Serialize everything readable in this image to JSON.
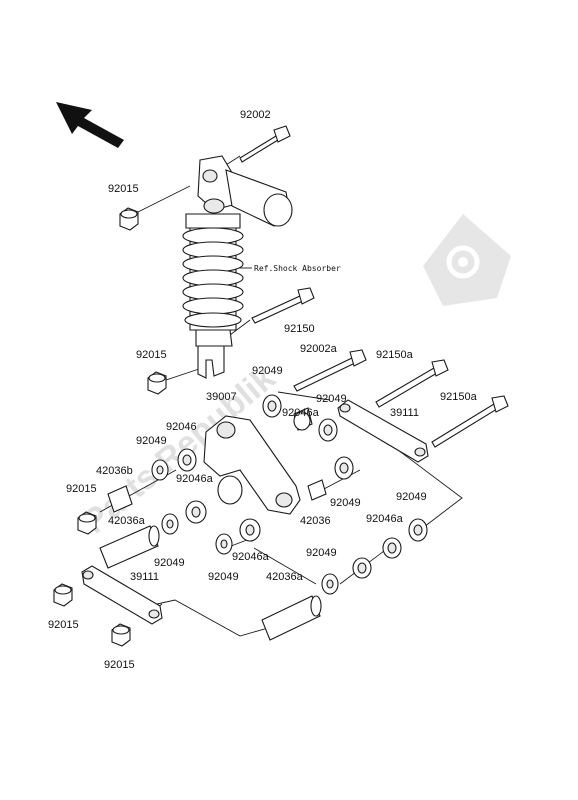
{
  "watermark": {
    "text": "Parts Republik",
    "icon": "gear-icon"
  },
  "reference_note": "Ref.Shock Absorber",
  "orientation": {
    "icon": "arrow-up-left-icon"
  },
  "labels": {
    "l92002": "92002",
    "l92015_top": "92015",
    "l92150": "92150",
    "l92015_mid": "92015",
    "l92002a": "92002a",
    "l92049_a": "92049",
    "l92150a_top": "92150a",
    "l39007": "39007",
    "l92046a_a": "92046a",
    "l92049_b": "92049",
    "l39111_right": "39111",
    "l92150a_right": "92150a",
    "l92046": "92046",
    "l92049_c": "92049",
    "l42036b": "42036b",
    "l92046a_b": "92046a",
    "l92015_left": "92015",
    "l42036a_a": "42036a",
    "l92049_d": "92049",
    "l42036": "42036",
    "l92049_e": "92049",
    "l92046a_c": "92046a",
    "l92046a_d": "92046a",
    "l92049_f": "92049",
    "l92049_g": "92049",
    "l42036a_b": "42036a",
    "l92049_h": "92049",
    "l39111_left": "39111",
    "l92015_bl": "92015",
    "l92015_bottom": "92015"
  }
}
